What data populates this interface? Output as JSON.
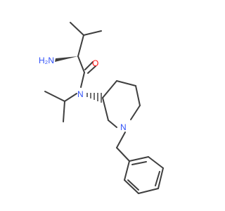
{
  "atoms": {
    "amine_nitrogen": {
      "label": "H₂N",
      "color": "#3050F8"
    },
    "carbonyl_oxygen": {
      "label": "O",
      "color": "#FF0D0D"
    },
    "amide_nitrogen": {
      "label": "N",
      "color": "#3050F8"
    },
    "ring_nitrogen": {
      "label": "N",
      "color": "#3050F8"
    }
  },
  "colors": {
    "bond": "#3f3f3f",
    "background": "#ffffff"
  }
}
